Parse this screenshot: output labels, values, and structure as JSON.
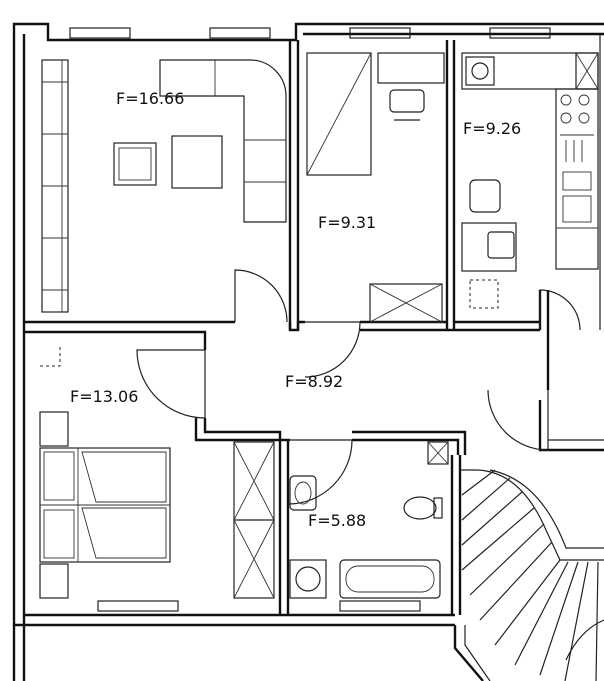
{
  "rooms": {
    "living": "F=16.66",
    "study": "F=9.31",
    "kitchen": "F=9.26",
    "bedroom": "F=13.06",
    "hall": "F=8.92",
    "bath": "F=5.88"
  }
}
